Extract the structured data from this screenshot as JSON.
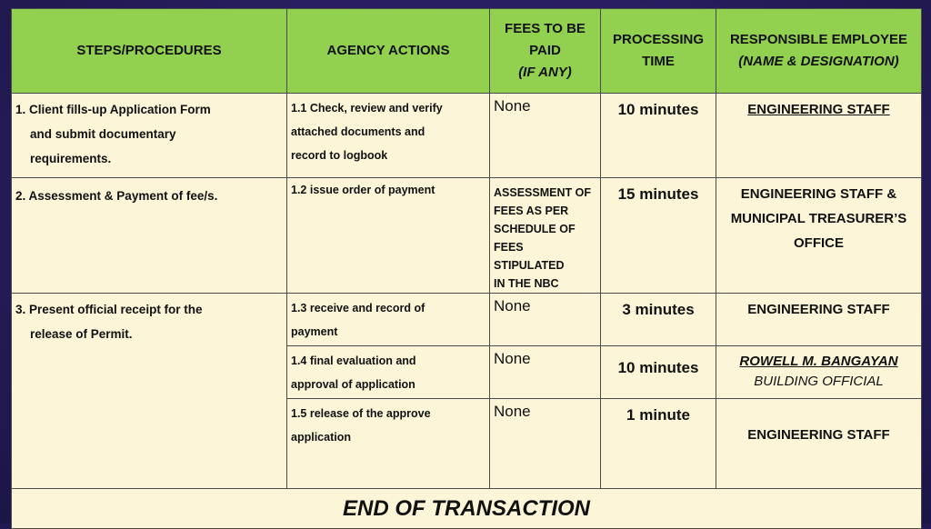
{
  "headers": {
    "steps": "STEPS/PROCEDURES",
    "agency": "AGENCY ACTIONS",
    "fees_line1": "FEES TO BE",
    "fees_line2": "PAID",
    "fees_line3": "(IF ANY)",
    "time_line1": "PROCESSING",
    "time_line2": "TIME",
    "employee_line1": "RESPONSIBLE EMPLOYEE",
    "employee_line2": "(NAME & DESIGNATION)"
  },
  "steps": [
    {
      "label_line1": "1.  Client fills-up Application Form",
      "label_line2": "and submit documentary",
      "label_line3": "requirements."
    },
    {
      "label_line1": "2.   Assessment & Payment of fee/s."
    },
    {
      "label_line1": "3.  Present official receipt for the",
      "label_line2": "release of Permit."
    }
  ],
  "actions": [
    {
      "line1": "1.1 Check, review and verify",
      "line2": "attached documents and",
      "line3": "record to logbook",
      "fee": "None",
      "time": "10 minutes",
      "employee": "ENGINEERING STAFF"
    },
    {
      "line1": "1.2 issue order of payment",
      "fee_line1": "ASSESSMENT OF",
      "fee_line2": "FEES AS PER",
      "fee_line3": "SCHEDULE OF",
      "fee_line4": "FEES STIPULATED",
      "fee_line5": "IN THE NBC",
      "time": "15 minutes",
      "employee_line1": "ENGINEERING STAFF &",
      "employee_line2": "MUNICIPAL TREASURER’S",
      "employee_line3": "OFFICE"
    },
    {
      "line1": "1.3 receive and record of",
      "line2": "payment",
      "fee": "None",
      "time": "3 minutes",
      "employee": "ENGINEERING STAFF"
    },
    {
      "line1": "1.4 final evaluation and",
      "line2": "approval of application",
      "fee": "None",
      "time": "10 minutes",
      "employee_name": "ROWELL M. BANGAYAN",
      "employee_title": "BUILDING OFFICIAL"
    },
    {
      "line1": "1.5 release of the approve",
      "line2": "application",
      "fee": "None",
      "time": "1 minute",
      "employee": "ENGINEERING STAFF"
    }
  ],
  "footer": {
    "end_text": "END OF TRANSACTION"
  },
  "colors": {
    "header_bg": "#92d050",
    "body_bg": "#fdf5d8",
    "slide_bg": "#2b1f63"
  }
}
